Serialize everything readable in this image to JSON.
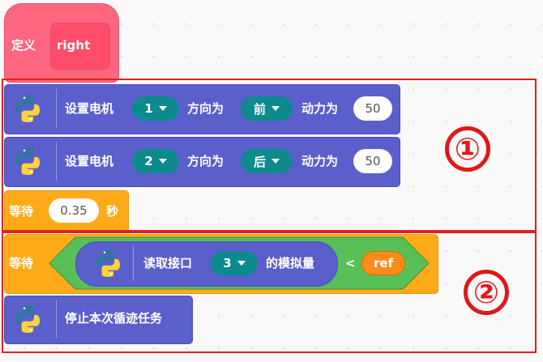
{
  "define_block": {
    "label": "定义",
    "name": "right",
    "color": "#ff6680"
  },
  "blocks": [
    {
      "label": "设置电机",
      "motor": "1",
      "dir_label": "方向为",
      "direction": "前",
      "power_label": "动力为",
      "power": "50"
    },
    {
      "label": "设置电机",
      "motor": "2",
      "dir_label": "方向为",
      "direction": "后",
      "power_label": "动力为",
      "power": "50"
    }
  ],
  "wait_block": {
    "label": "等待",
    "value": "0.35",
    "unit": "秒"
  },
  "wait_until_block": {
    "label": "等待",
    "read_label": "读取接口",
    "port": "3",
    "analog_label": "的模拟量",
    "operator": "<",
    "ref": "ref"
  },
  "stop_block": {
    "label": "停止本次循迹任务"
  },
  "annotations": {
    "one": "①",
    "two": "②"
  },
  "colors": {
    "motion_block": "#5b5fcb",
    "dropdown": "#0d8a8e",
    "control": "#ffab19",
    "operator": "#59c059",
    "variable": "#ff8c1a",
    "highlight": "#e02020"
  }
}
